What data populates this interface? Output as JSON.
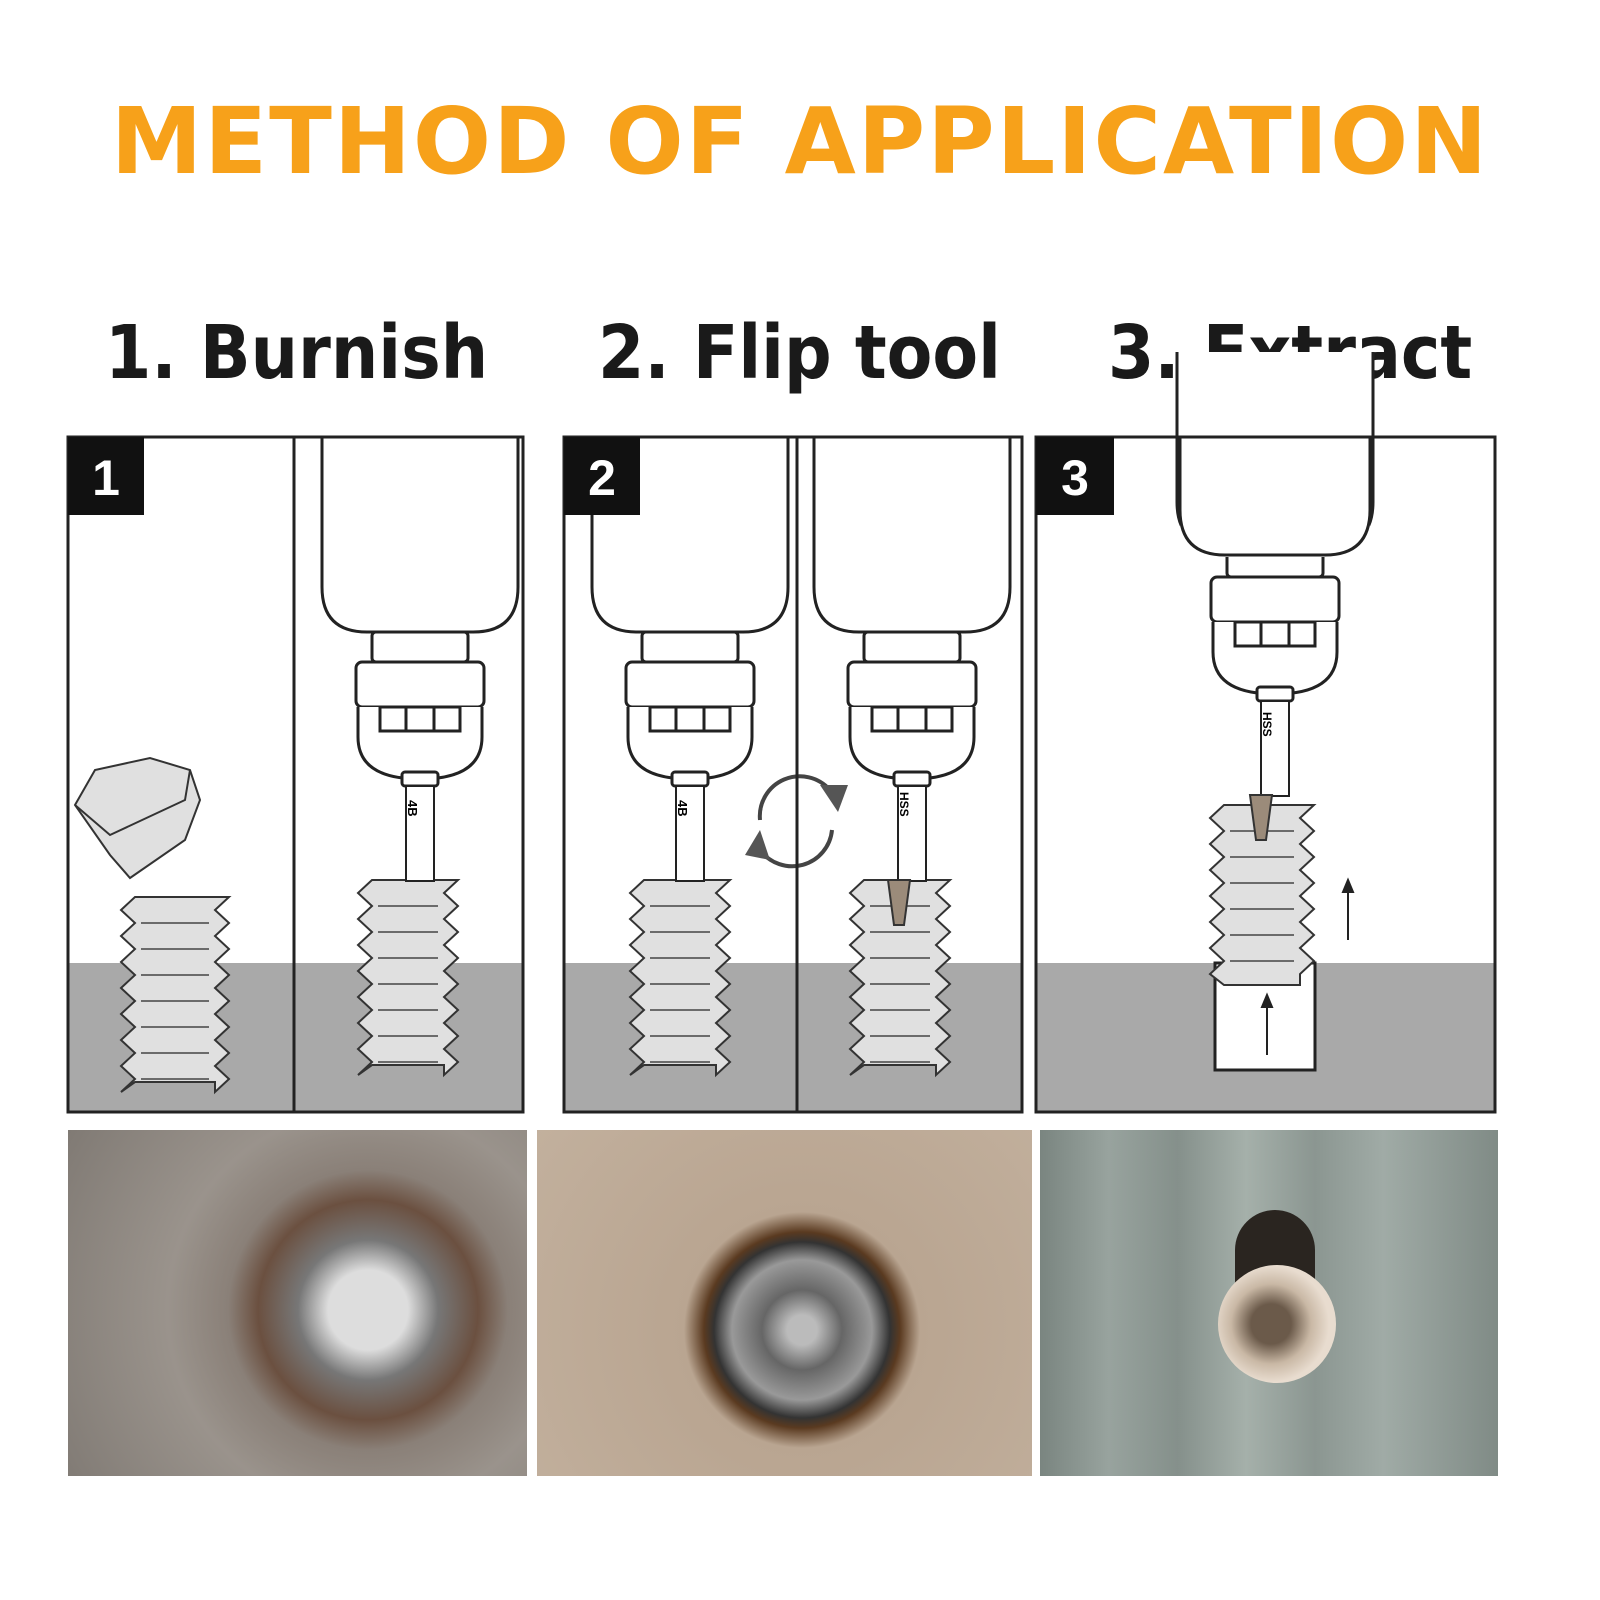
{
  "title": "METHOD OF APPLICATION",
  "steps": [
    {
      "heading": "1. Burnish",
      "badge": "1",
      "bit_label": "4B"
    },
    {
      "heading": "2. Flip tool",
      "badge": "2",
      "bit_label": "4B",
      "bit_label_2": "HSS"
    },
    {
      "heading": "3. Extract",
      "badge": "3",
      "bit_label": "HSS"
    }
  ],
  "colors": {
    "title": "#F7A11A",
    "ground": "#A9A9A9",
    "screw": "#E0E0E0"
  }
}
